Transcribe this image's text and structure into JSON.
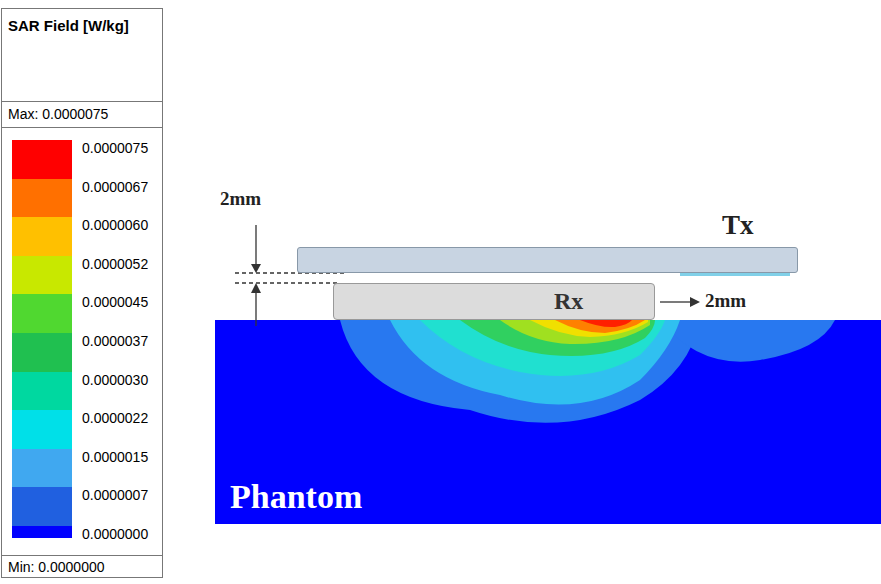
{
  "diagram": {
    "nodes": [
      {
        "text": [
          "SAR Field [W/kg]",
          "Max: 0.0000075",
          "Min: 0.0000000"
        ]
      },
      {
        "text": [
          "Tx"
        ]
      },
      {
        "text": [
          "Rx"
        ]
      },
      {
        "text": [
          "Phantom"
        ]
      }
    ],
    "labels": [
      "2mm",
      "2mm"
    ],
    "legend": [
      {
        "text": "0.0000075",
        "color": "#ff0000"
      },
      {
        "text": "0.0000067",
        "color": "#ff7000"
      },
      {
        "text": "0.0000060",
        "color": "#ffc000"
      },
      {
        "text": "0.0000052",
        "color": "#c8e800"
      },
      {
        "text": "0.0000045",
        "color": "#50d830"
      },
      {
        "text": "0.0000037",
        "color": "#20c050"
      },
      {
        "text": "0.0000030",
        "color": "#00d8a0"
      },
      {
        "text": "0.0000022",
        "color": "#00e0e8"
      },
      {
        "text": "0.0000015",
        "color": "#40a8f0"
      },
      {
        "text": "0.0000007",
        "color": "#2060e0"
      },
      {
        "text": "0.0000000",
        "color": "#0000ff"
      }
    ]
  }
}
